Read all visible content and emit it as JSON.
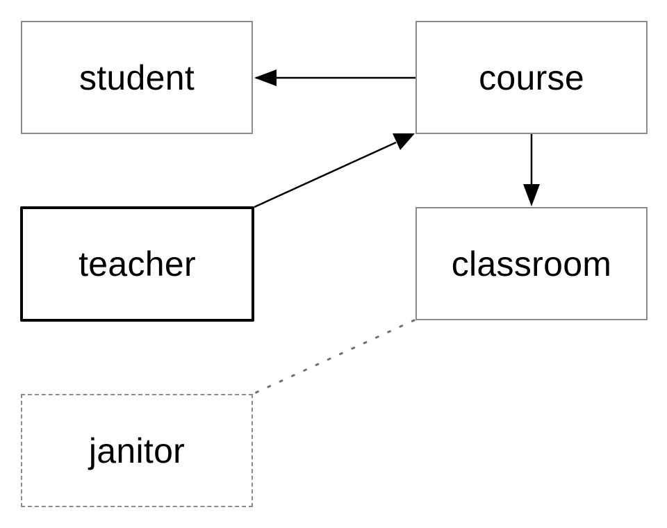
{
  "nodes": {
    "student": {
      "label": "student",
      "style": "normal"
    },
    "course": {
      "label": "course",
      "style": "normal"
    },
    "teacher": {
      "label": "teacher",
      "style": "bold"
    },
    "classroom": {
      "label": "classroom",
      "style": "normal"
    },
    "janitor": {
      "label": "janitor",
      "style": "dashed"
    }
  },
  "edges": [
    {
      "from": "course",
      "to": "student",
      "style": "arrow"
    },
    {
      "from": "teacher",
      "to": "course",
      "style": "arrow"
    },
    {
      "from": "course",
      "to": "classroom",
      "style": "arrow"
    },
    {
      "from": "classroom",
      "to": "janitor",
      "style": "dotted"
    }
  ],
  "colors": {
    "border": "#8a8a8a",
    "highlight_border": "#000000",
    "edge": "#000000",
    "dotted_edge": "#6f6f6f",
    "text": "#000000",
    "background": "#ffffff"
  }
}
